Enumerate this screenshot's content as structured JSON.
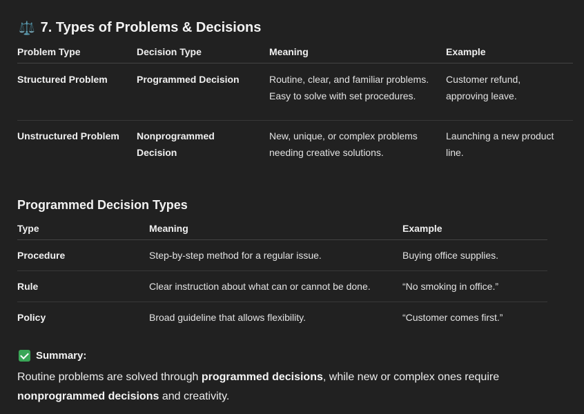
{
  "section_title": {
    "emoji": "⚖️",
    "text": "7. Types of Problems & Decisions"
  },
  "problems_table": {
    "headers": [
      "Problem Type",
      "Decision Type",
      "Meaning",
      "Example"
    ],
    "rows": [
      [
        "Structured Problem",
        "Programmed Decision",
        "Routine, clear, and familiar problems. Easy to solve with set procedures.",
        "Customer refund, approving leave."
      ],
      [
        "Unstructured Problem",
        "Nonprogrammed Decision",
        "New, unique, or complex problems needing creative solutions.",
        "Launching a new product line."
      ]
    ]
  },
  "subsection_title": "Programmed Decision Types",
  "decision_types_table": {
    "headers": [
      "Type",
      "Meaning",
      "Example"
    ],
    "rows": [
      [
        "Procedure",
        "Step-by-step method for a regular issue.",
        "Buying office supplies."
      ],
      [
        "Rule",
        "Clear instruction about what can or cannot be done.",
        "“No smoking in office.”"
      ],
      [
        "Policy",
        "Broad guideline that allows flexibility.",
        "“Customer comes first.”"
      ]
    ]
  },
  "summary": {
    "icon": "check-mark-icon",
    "heading": "Summary:",
    "text_1": "Routine problems are solved through ",
    "bold_1": "programmed decisions",
    "text_2": ", while new or complex ones require ",
    "bold_2": "nonprogrammed decisions",
    "text_3": " and creativity."
  }
}
